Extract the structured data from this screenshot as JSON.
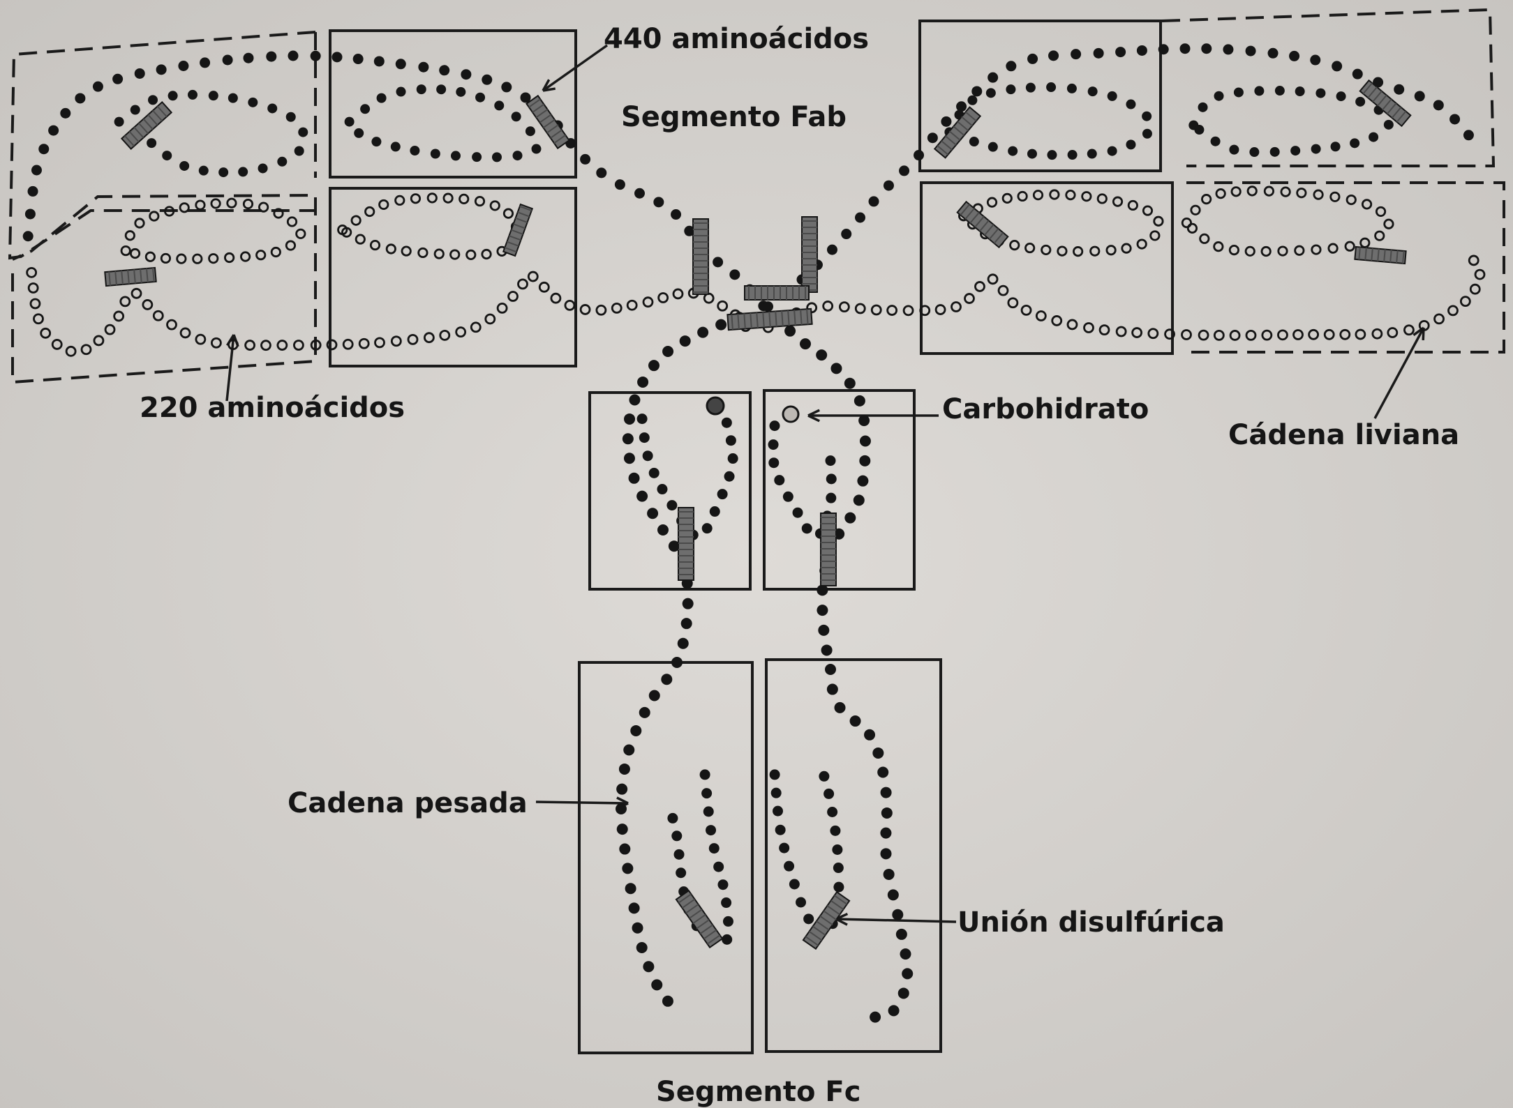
{
  "labels": {
    "aa440": "440 aminoácidos",
    "fab": "Segmento Fab",
    "aa220": "220 aminoácidos",
    "carbo": "Carbohidrato",
    "liviana": "Cádena liviana",
    "pesada": "Cadena pesada",
    "disulf": "Unión disulfúrica",
    "fc": "Segmento Fc"
  },
  "colors": {
    "ink": "#151515",
    "paper": "#cfccc8",
    "bar": "#6e6e6e"
  }
}
